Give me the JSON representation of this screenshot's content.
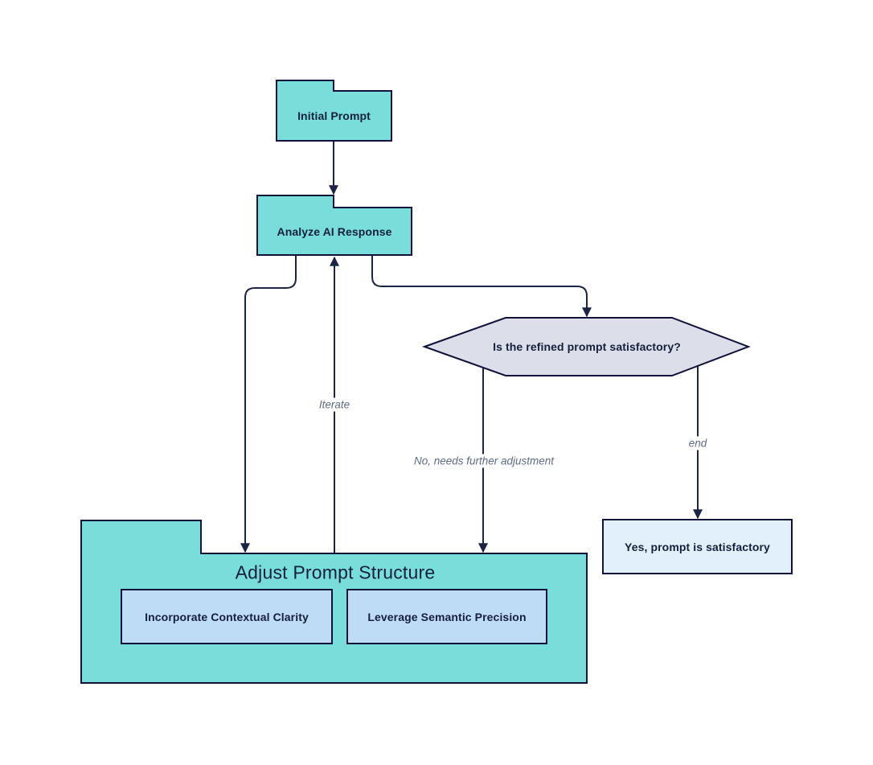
{
  "diagram": {
    "type": "flowchart",
    "direction": "top-down",
    "nodes": {
      "initial_prompt": {
        "label": "Initial Prompt",
        "shape": "folder-tab",
        "fill": "teal"
      },
      "analyze_response": {
        "label": "Analyze AI Response",
        "shape": "folder-tab",
        "fill": "teal"
      },
      "decision": {
        "label": "Is the refined prompt satisfactory?",
        "shape": "hexagon",
        "fill": "lavender"
      },
      "adjust_structure": {
        "label": "Adjust Prompt Structure",
        "shape": "folder-container",
        "fill": "teal"
      },
      "incorporate_clarity": {
        "label": "Incorporate Contextual Clarity",
        "shape": "rect",
        "fill": "light-blue"
      },
      "leverage_precision": {
        "label": "Leverage Semantic Precision",
        "shape": "rect",
        "fill": "light-blue"
      },
      "satisfactory": {
        "label": "Yes, prompt is satisfactory",
        "shape": "rect",
        "fill": "lighter-blue"
      }
    },
    "edges": [
      {
        "from": "initial_prompt",
        "to": "analyze_response",
        "label": ""
      },
      {
        "from": "analyze_response",
        "to": "adjust_structure",
        "label": ""
      },
      {
        "from": "adjust_structure",
        "to": "analyze_response",
        "label": "Iterate"
      },
      {
        "from": "analyze_response",
        "to": "decision",
        "label": ""
      },
      {
        "from": "decision",
        "to": "adjust_structure",
        "label": "No, needs further adjustment"
      },
      {
        "from": "decision",
        "to": "satisfactory",
        "label": "end"
      }
    ],
    "colors": {
      "node_fill_teal": "#79DDDA",
      "node_border": "#10123B",
      "decision_fill": "#DCDEE9",
      "subnode_fill": "#BFDCF6",
      "end_fill": "#E2F0FC",
      "edge_line": "#1C2444",
      "edge_label_text": "#5E6C85",
      "text": "#14203C",
      "background": "#FFFFFF"
    }
  }
}
